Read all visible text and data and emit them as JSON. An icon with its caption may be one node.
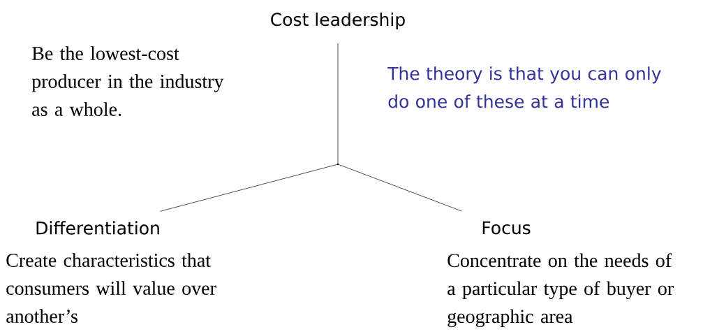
{
  "diagram": {
    "nodes": [
      {
        "text": [
          "Cost leadership"
        ],
        "beside": [
          "Be the lowest-cost producer in the industry as a whole."
        ]
      },
      {
        "text": [
          "Differentiation"
        ],
        "beside": [
          "Create characteristics that consumers will value over another’s"
        ]
      },
      {
        "text": [
          "Focus"
        ],
        "beside": [
          "Concentrate on the needs of a particular type of buyer or geographic area"
        ]
      },
      {
        "text": [],
        "shape": "point"
      }
    ],
    "edges": [
      {
        "from": 3,
        "to": 0,
        "arrow": "none"
      },
      {
        "from": 3,
        "to": 1,
        "arrow": "none"
      },
      {
        "from": 3,
        "to": 2,
        "arrow": "none"
      }
    ],
    "labels": [
      "The theory is that you can only do one of these at a time"
    ]
  }
}
